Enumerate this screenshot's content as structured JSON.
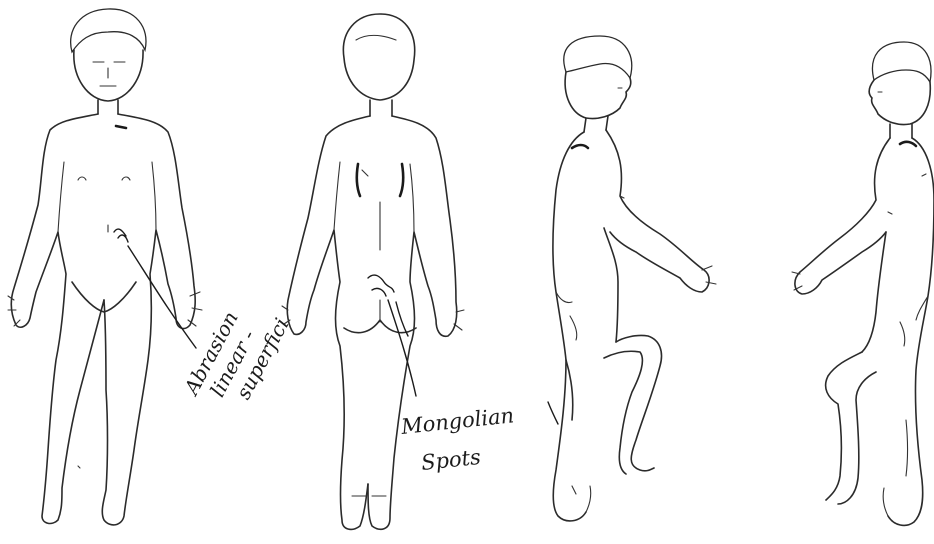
{
  "annotations": {
    "abrasion": {
      "lines": [
        "Abrasion",
        "linear -",
        "superfici"
      ]
    },
    "mongolian": {
      "lines": [
        "Mongolian",
        "Spots"
      ]
    }
  },
  "figures": [
    {
      "view": "front"
    },
    {
      "view": "back"
    },
    {
      "view": "right-side"
    },
    {
      "view": "left-side"
    }
  ]
}
